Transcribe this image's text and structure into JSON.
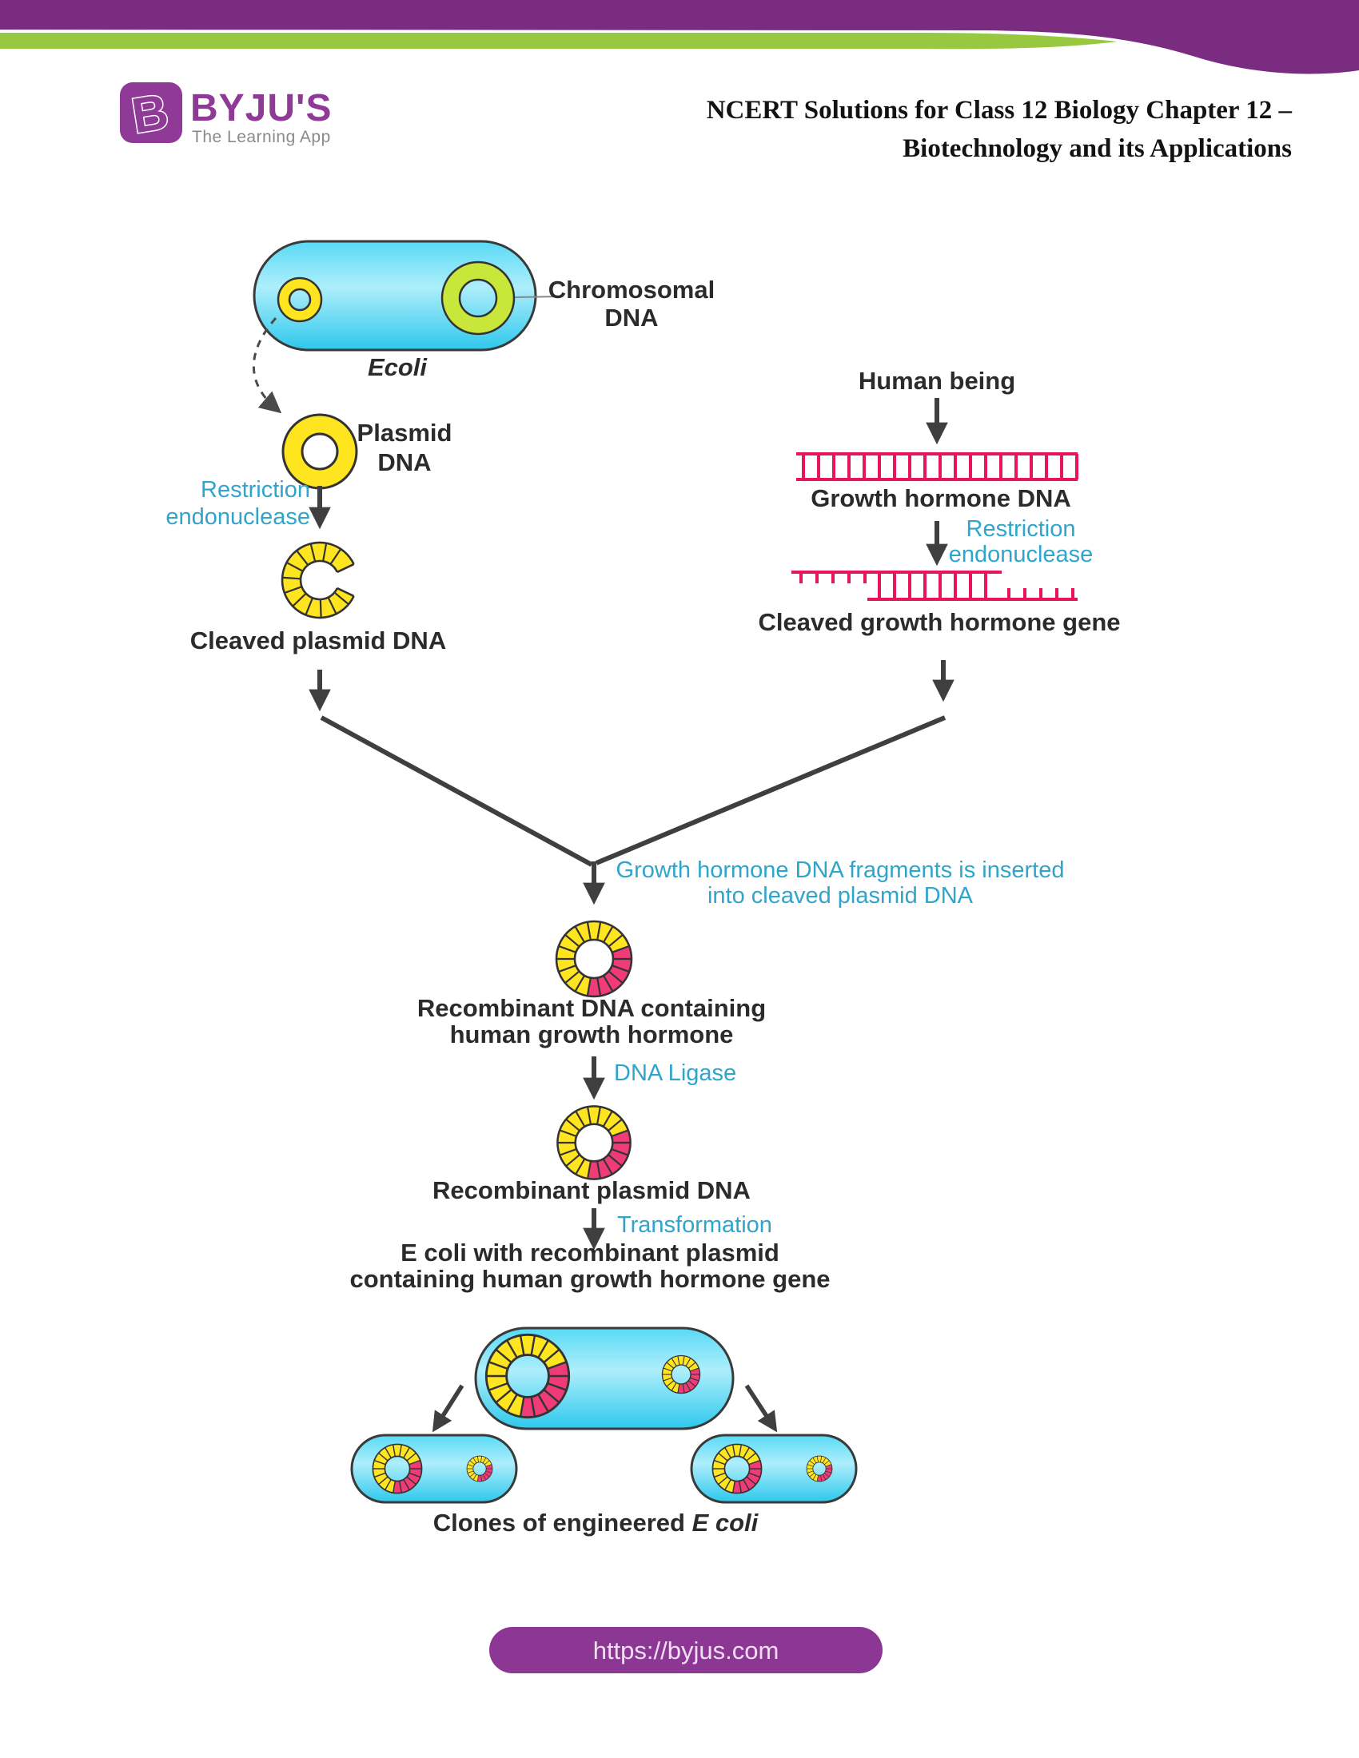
{
  "colors": {
    "purple_band": "#7A2C80",
    "green_band": "#97C83F",
    "brand_purple": "#8E3A96",
    "tagline_gray": "#8A8A8A",
    "title_black": "#121212",
    "label_dark": "#2B2B2B",
    "label_blue": "#2FA5CC",
    "arrow_gray": "#3F3F3F",
    "bacteria_cyan": "#49D6F4",
    "plasmid_yellow": "#FFE51F",
    "chromosome_green": "#C9E63B",
    "gene_pink": "#EF3B77",
    "ladder_pink": "#E8145C",
    "outline_dark": "#333333",
    "footer_purple": "#8C3794",
    "footer_text": "#F2DFF4"
  },
  "header": {
    "logo": {
      "icon_letter": "B",
      "brand": "BYJU'S",
      "tagline": "The Learning App"
    },
    "title_line1": "NCERT Solutions for Class 12 Biology Chapter 12 –",
    "title_line2": "Biotechnology and its Applications"
  },
  "diagram": {
    "ecoli_label": "Ecoli",
    "chromosomal_dna_label": {
      "line1": "Chromosomal",
      "line2": "DNA"
    },
    "plasmid_dna_label": {
      "line1": "Plasmid",
      "line2": "DNA"
    },
    "restriction_left": {
      "line1": "Restriction",
      "line2": "endonuclease"
    },
    "cleaved_plasmid_label": "Cleaved plasmid DNA",
    "human_being_label": "Human being",
    "growth_hormone_dna_label": "Growth hormone DNA",
    "restriction_right": {
      "line1": "Restriction",
      "line2": "endonuclease"
    },
    "cleaved_gene_label": "Cleaved growth hormone gene",
    "insertion_note": {
      "line1": "Growth hormone DNA fragments is inserted",
      "line2": "into cleaved plasmid DNA"
    },
    "recombinant_dna_label": {
      "line1": "Recombinant DNA containing",
      "line2": "human growth hormone"
    },
    "dna_ligase_label": "DNA Ligase",
    "recombinant_plasmid_label": "Recombinant plasmid DNA",
    "transformation_label": "Transformation",
    "transformed_ecoli_label": {
      "line1": "E coli with recombinant plasmid",
      "line2": "containing human growth hormone gene"
    },
    "clones_label": {
      "prefix": "Clones of engineered ",
      "emphasis": "E coli"
    }
  },
  "footer": {
    "url": "https://byjus.com"
  }
}
